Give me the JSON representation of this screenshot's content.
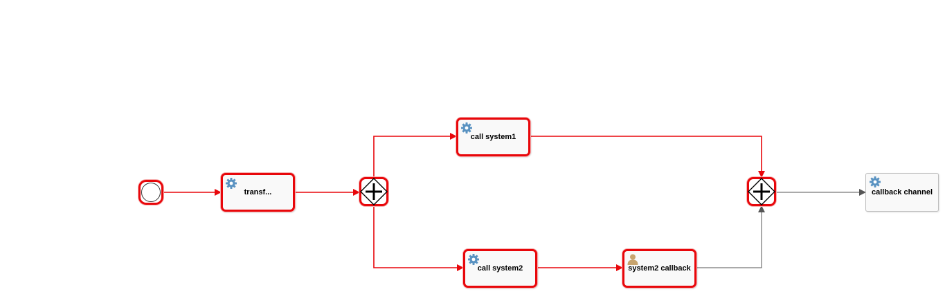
{
  "diagram": {
    "nodes": [
      {
        "id": "start",
        "kind": "start-event",
        "label": ""
      },
      {
        "id": "transform",
        "kind": "service-task",
        "label": "transf..."
      },
      {
        "id": "split",
        "kind": "parallel-gateway",
        "label": ""
      },
      {
        "id": "call1",
        "kind": "service-task",
        "label": "call system1"
      },
      {
        "id": "call2",
        "kind": "service-task",
        "label": "call system2"
      },
      {
        "id": "sys2cb",
        "kind": "user-task",
        "label": "system2 callback"
      },
      {
        "id": "join",
        "kind": "parallel-gateway",
        "label": ""
      },
      {
        "id": "callback",
        "kind": "service-task",
        "label": "callback channel"
      }
    ],
    "flows": [
      {
        "from": "start",
        "to": "transform",
        "state": "executed"
      },
      {
        "from": "transform",
        "to": "split",
        "state": "executed"
      },
      {
        "from": "split",
        "to": "call1",
        "state": "executed"
      },
      {
        "from": "split",
        "to": "call2",
        "state": "executed"
      },
      {
        "from": "call1",
        "to": "join",
        "state": "executed"
      },
      {
        "from": "call2",
        "to": "sys2cb",
        "state": "executed"
      },
      {
        "from": "sys2cb",
        "to": "join",
        "state": "pending"
      },
      {
        "from": "join",
        "to": "callback",
        "state": "pending"
      }
    ],
    "colors": {
      "executed": "#e8070b",
      "pending": "#555555",
      "service_icon": "#5a93c2",
      "user_icon": "#c8a46e"
    },
    "icons": {
      "service-task": "gear-icon",
      "user-task": "user-icon",
      "parallel-gateway": "plus-icon"
    }
  }
}
